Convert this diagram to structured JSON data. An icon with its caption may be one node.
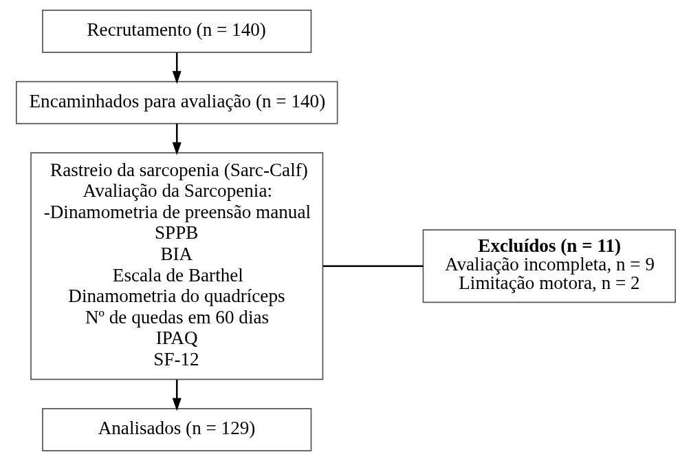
{
  "diagram": {
    "nodes": [
      {
        "text": [
          "Recrutamento (n = 140)"
        ]
      },
      {
        "text": [
          "Encaminhados para avaliação (n = 140)"
        ]
      },
      {
        "text": [
          "Rastreio da sarcopenia (Sarc-Calf)",
          "Avaliação da Sarcopenia:",
          "-Dinamometria de preensão manual",
          "SPPB",
          "BIA",
          "Escala de Barthel",
          "Dinamometria do quadríceps",
          "Nº de quedas em 60 dias",
          "IPAQ",
          "SF-12"
        ]
      },
      {
        "text": [
          "Analisados (n = 129)"
        ]
      },
      {
        "text": [
          "Excluídos (n = 11)",
          "Avaliação incompleta, n = 9",
          "Limitação motora, n = 2"
        ]
      }
    ],
    "edges": [
      {
        "from": 0,
        "to": 1,
        "arrow": "to"
      },
      {
        "from": 1,
        "to": 2,
        "arrow": "to"
      },
      {
        "from": 2,
        "to": 3,
        "arrow": "to"
      },
      {
        "from": 2,
        "to": 4,
        "arrow": "none"
      }
    ]
  }
}
